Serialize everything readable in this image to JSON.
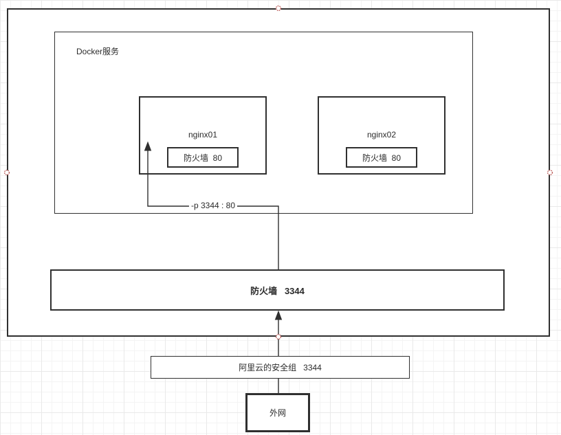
{
  "diagram": {
    "docker_group_label": "Docker服务",
    "nginx01": {
      "name": "nginx01",
      "firewall_label": "防火墙  80"
    },
    "nginx02": {
      "name": "nginx02",
      "firewall_label": "防火墙  80"
    },
    "port_mapping_label": "-p 3344 : 80",
    "host_firewall_label": "防火墙   3344",
    "security_group_label": "阿里云的安全组   3344",
    "external_network_label": "外网"
  },
  "colors": {
    "stroke": "#2f2f2f",
    "connection_point": "#b85450",
    "grid_minor": "#f4f4f4",
    "grid_major": "#e9e9e9",
    "shape_fill": "#ffffff"
  }
}
